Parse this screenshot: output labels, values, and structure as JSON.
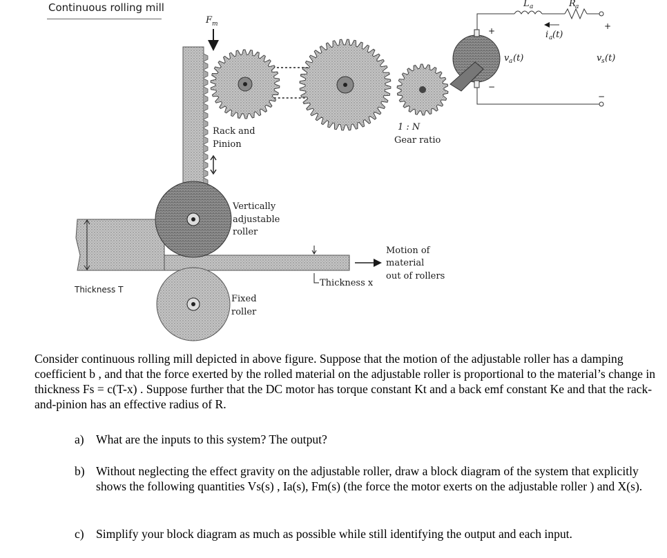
{
  "title": "Continuous rolling mill",
  "figure": {
    "force_label": "F",
    "force_sub": "m",
    "rack_label_1": "Rack and",
    "rack_label_2": "Pinion",
    "ratio_label": "1 : N",
    "ratio_caption": "Gear ratio",
    "adjustable_1": "Vertically",
    "adjustable_2": "adjustable",
    "adjustable_3": "roller",
    "motion_1": "Motion of",
    "motion_2": "material",
    "motion_3": "out of rollers",
    "thickness_in": "Thickness T",
    "thickness_out": "Thickness x",
    "fixed_1": "Fixed",
    "fixed_2": "roller",
    "inductor": "L",
    "inductor_sub": "a",
    "resistor": "R",
    "resistor_sub": "a",
    "current": "i",
    "current_sub": "a",
    "current_arg": "(t)",
    "va": "v",
    "va_sub": "a",
    "va_arg": "(t)",
    "vs": "v",
    "vs_sub": "s",
    "vs_arg": "(t)",
    "plus": "+",
    "minus": "−"
  },
  "problem": {
    "intro": "Consider continuous rolling mill depicted in above figure. Suppose that the motion of the adjustable roller has a damping coefficient b , and that the force exerted by the rolled material on the adjustable roller is proportional to the material’s change in thickness Fs = c(T-x) . Suppose further that the DC motor has torque constant Kt and a back emf constant Ke and that the rack-and-pinion has an effective radius of R.",
    "questions": [
      {
        "label": "a)",
        "text": "What are the inputs to this system? The output?"
      },
      {
        "label": "b)",
        "text": "Without neglecting the effect gravity on the adjustable roller, draw a block diagram of the system that explicitly shows the following quantities Vs(s) , Ia(s), Fm(s) (the force the motor exerts on the adjustable roller ) and X(s)."
      },
      {
        "label": "c)",
        "text": "Simplify your block diagram as much as possible while still identifying the output and each input."
      }
    ]
  }
}
